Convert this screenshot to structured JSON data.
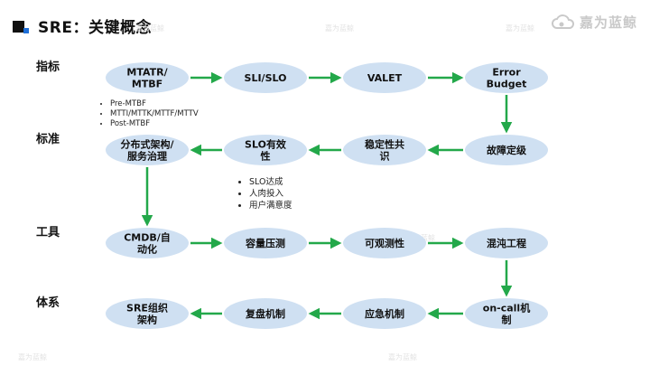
{
  "title": "SRE：关键概念",
  "logo": {
    "text": "嘉为蓝鲸",
    "icon": "cloud-icon"
  },
  "colors": {
    "node_fill": "#cfe0f2",
    "arrow": "#23a84a",
    "accent": "#1f6fd8"
  },
  "rows": [
    {
      "label": "指标"
    },
    {
      "label": "标准"
    },
    {
      "label": "工具"
    },
    {
      "label": "体系"
    }
  ],
  "nodes": [
    {
      "id": "mtatr",
      "lines": [
        "MTATR/",
        "MTBF"
      ]
    },
    {
      "id": "sli",
      "lines": [
        "SLI/SLO"
      ]
    },
    {
      "id": "valet",
      "lines": [
        "VALET"
      ]
    },
    {
      "id": "error-budget",
      "lines": [
        "Error",
        "Budget"
      ]
    },
    {
      "id": "distributed",
      "lines": [
        "分布式架构/",
        "服务治理"
      ]
    },
    {
      "id": "slo-effective",
      "lines": [
        "SLO有效",
        "性"
      ]
    },
    {
      "id": "stability",
      "lines": [
        "稳定性共",
        "识"
      ]
    },
    {
      "id": "fault-grading",
      "lines": [
        "故障定级"
      ]
    },
    {
      "id": "cmdb",
      "lines": [
        "CMDB/自",
        "动化"
      ]
    },
    {
      "id": "capacity",
      "lines": [
        "容量压测"
      ]
    },
    {
      "id": "observability",
      "lines": [
        "可观测性"
      ]
    },
    {
      "id": "chaos",
      "lines": [
        "混沌工程"
      ]
    },
    {
      "id": "sre-org",
      "lines": [
        "SRE组织",
        "架构"
      ]
    },
    {
      "id": "review",
      "lines": [
        "复盘机制"
      ]
    },
    {
      "id": "emergency",
      "lines": [
        "应急机制"
      ]
    },
    {
      "id": "oncall",
      "lines": [
        "on-call机",
        "制"
      ]
    }
  ],
  "edges": [
    [
      "mtatr",
      "sli"
    ],
    [
      "sli",
      "valet"
    ],
    [
      "valet",
      "error-budget"
    ],
    [
      "error-budget",
      "fault-grading"
    ],
    [
      "fault-grading",
      "stability"
    ],
    [
      "stability",
      "slo-effective"
    ],
    [
      "slo-effective",
      "distributed"
    ],
    [
      "distributed",
      "cmdb"
    ],
    [
      "cmdb",
      "capacity"
    ],
    [
      "capacity",
      "observability"
    ],
    [
      "observability",
      "chaos"
    ],
    [
      "chaos",
      "oncall"
    ],
    [
      "oncall",
      "emergency"
    ],
    [
      "emergency",
      "review"
    ],
    [
      "review",
      "sre-org"
    ]
  ],
  "notes": {
    "metrics": [
      "Pre-MTBF",
      "MTTI/MTTK/MTTF/MTTV",
      "Post-MTBF"
    ],
    "slo": [
      "SLO达成",
      "人肉投入",
      "用户满意度"
    ]
  },
  "watermark": "嘉为蓝鲸"
}
